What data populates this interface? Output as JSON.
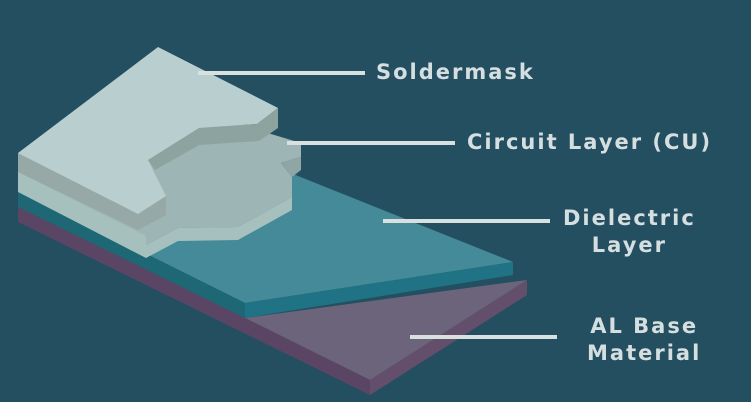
{
  "diagram": {
    "type": "layered-stack-exploded",
    "background": "#234f61",
    "labels": [
      {
        "id": "soldermask",
        "lines": [
          "Soldermask"
        ]
      },
      {
        "id": "circuit",
        "lines": [
          "Circuit Layer (CU)"
        ]
      },
      {
        "id": "dielectric",
        "lines": [
          "Dielectric",
          "Layer"
        ]
      },
      {
        "id": "al_base",
        "lines": [
          "AL Base",
          "Material"
        ]
      }
    ],
    "colors": {
      "soldermask_top": "#b9cfcf",
      "soldermask_side": "#97a9a7",
      "soldermask_edge": "#8da39f",
      "circuit_top": "#9db5b4",
      "circuit_side": "#a6c0bd",
      "dielectric_top": "#448a99",
      "dielectric_side": "#1f7384",
      "dielectric_side_left": "#1e6774",
      "al_top": "#6c647a",
      "al_side": "#5a4664",
      "leader_line": "#d8e0e0",
      "label_text": "#d6dfe0"
    }
  }
}
